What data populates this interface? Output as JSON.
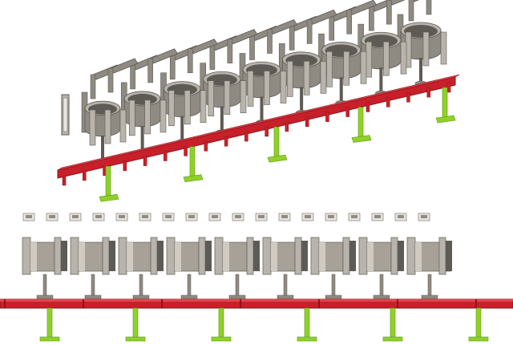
{
  "figure": {
    "views": [
      {
        "name": "isometric-view",
        "station_count": 9,
        "support_leg_count": 5
      },
      {
        "name": "elevation-view",
        "station_count": 9,
        "top_marker_count": 18,
        "support_leg_count": 6
      }
    ]
  },
  "colors": {
    "beam_red": "#c8202a",
    "beam_red_dark": "#8e1219",
    "leg_green": "#8fd12a",
    "leg_green_dark": "#5f9a10",
    "metal_light": "#b9b4ab",
    "metal_mid": "#8f8a82",
    "metal_dark": "#5e5a55",
    "background": "#ffffff"
  }
}
